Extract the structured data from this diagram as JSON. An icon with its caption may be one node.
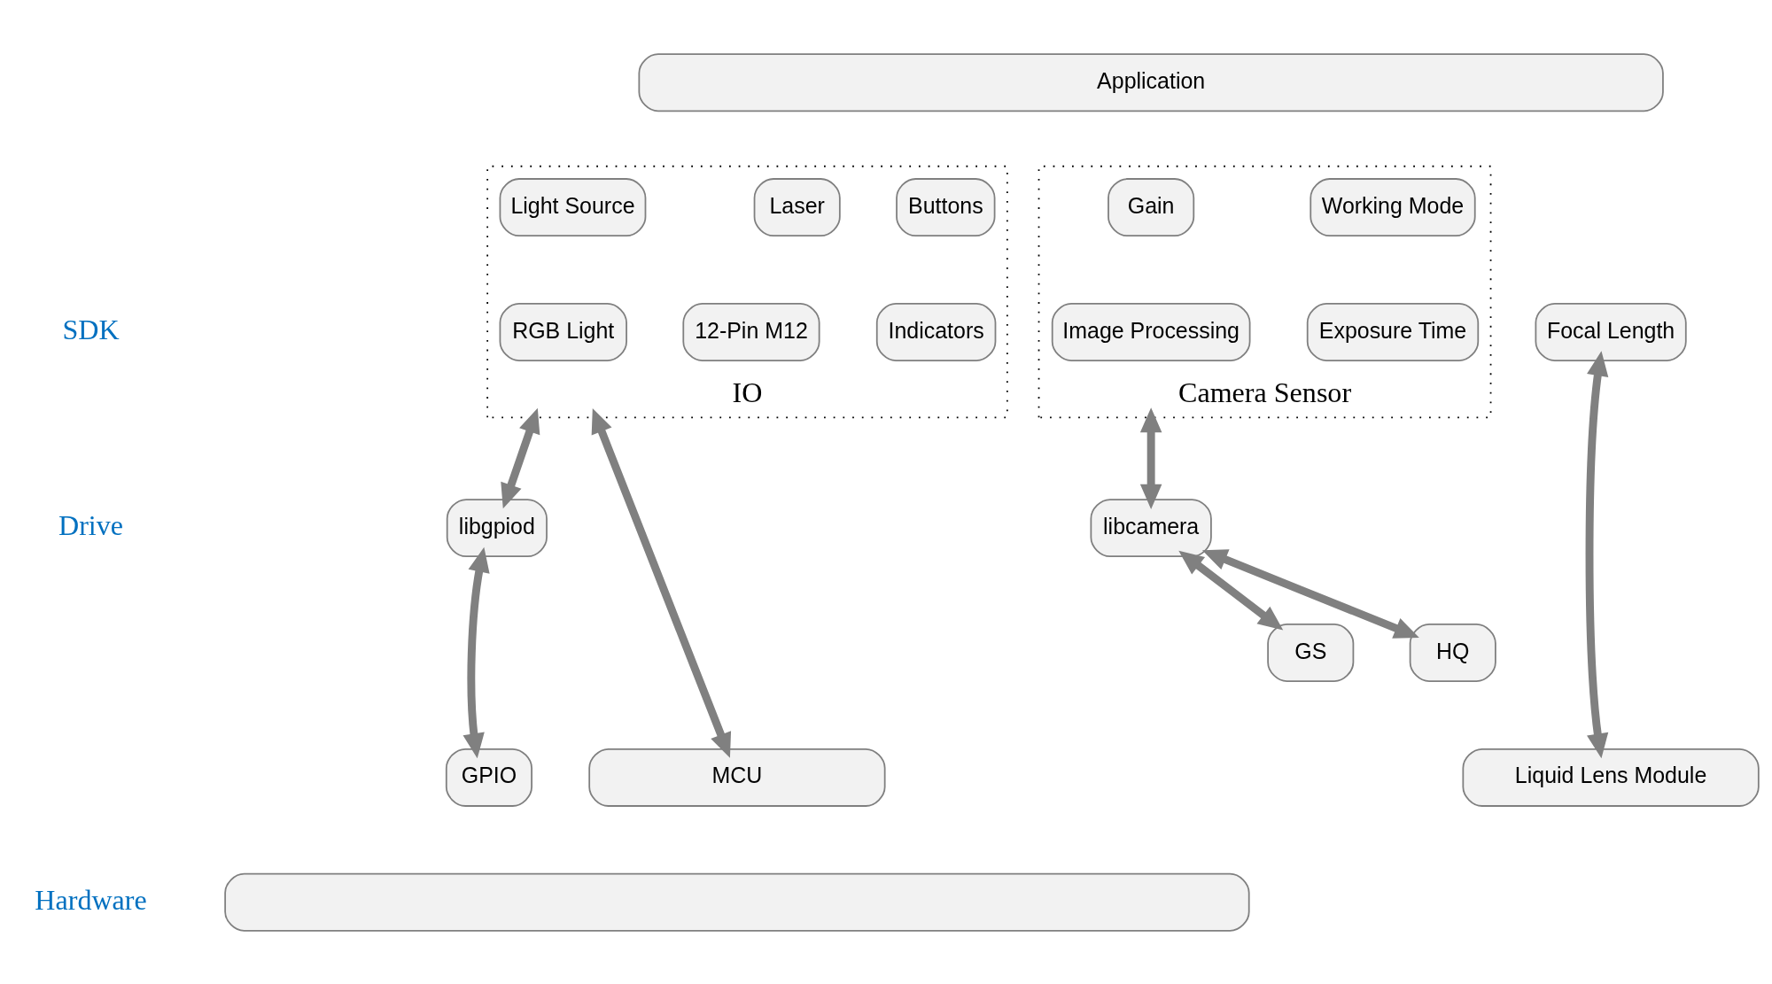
{
  "diagram": {
    "nodes": [
      {
        "text": [
          "Application"
        ]
      },
      {
        "text": [
          "IO"
        ]
      },
      {
        "text": [
          "Buttons"
        ],
        "in": 1
      },
      {
        "text": [
          "Laser"
        ],
        "in": 1
      },
      {
        "text": [
          "Light Source"
        ],
        "in": 1
      },
      {
        "text": [
          "Indicators"
        ],
        "in": 1
      },
      {
        "text": [
          "12-Pin M12"
        ],
        "in": 1
      },
      {
        "text": [
          "RGB Light"
        ],
        "in": 1
      },
      {
        "text": [
          "Camera Sensor"
        ]
      },
      {
        "text": [
          "Working Mode"
        ],
        "in": 8
      },
      {
        "text": [
          "Gain"
        ],
        "in": 8
      },
      {
        "text": [
          "Exposure Time"
        ],
        "in": 8
      },
      {
        "text": [
          "Image Processing"
        ],
        "in": 8
      },
      {
        "text": [
          "Focal Length"
        ]
      },
      {
        "text": [
          "libgpiod"
        ]
      },
      {
        "text": [
          "libcamera"
        ]
      },
      {
        "text": [
          "HQ"
        ]
      },
      {
        "text": [
          "GS"
        ]
      },
      {
        "text": [
          "GPIO"
        ]
      },
      {
        "text": [
          "MCU"
        ]
      },
      {
        "text": [
          "Liquid Lens Module"
        ]
      },
      {
        "text": [],
        "shape": "box"
      }
    ],
    "edges": [
      {
        "from": 1,
        "to": 14,
        "arrow": "both"
      },
      {
        "from": 14,
        "to": 18,
        "arrow": "both"
      },
      {
        "from": 1,
        "to": 19,
        "arrow": "both"
      },
      {
        "from": 8,
        "to": 15,
        "arrow": "both"
      },
      {
        "from": 15,
        "to": 16,
        "arrow": "both"
      },
      {
        "from": 15,
        "to": 17,
        "arrow": "both"
      },
      {
        "from": 13,
        "to": 20,
        "arrow": "both"
      }
    ],
    "labels": [
      "SDK",
      "Drive",
      "Hardware"
    ]
  }
}
